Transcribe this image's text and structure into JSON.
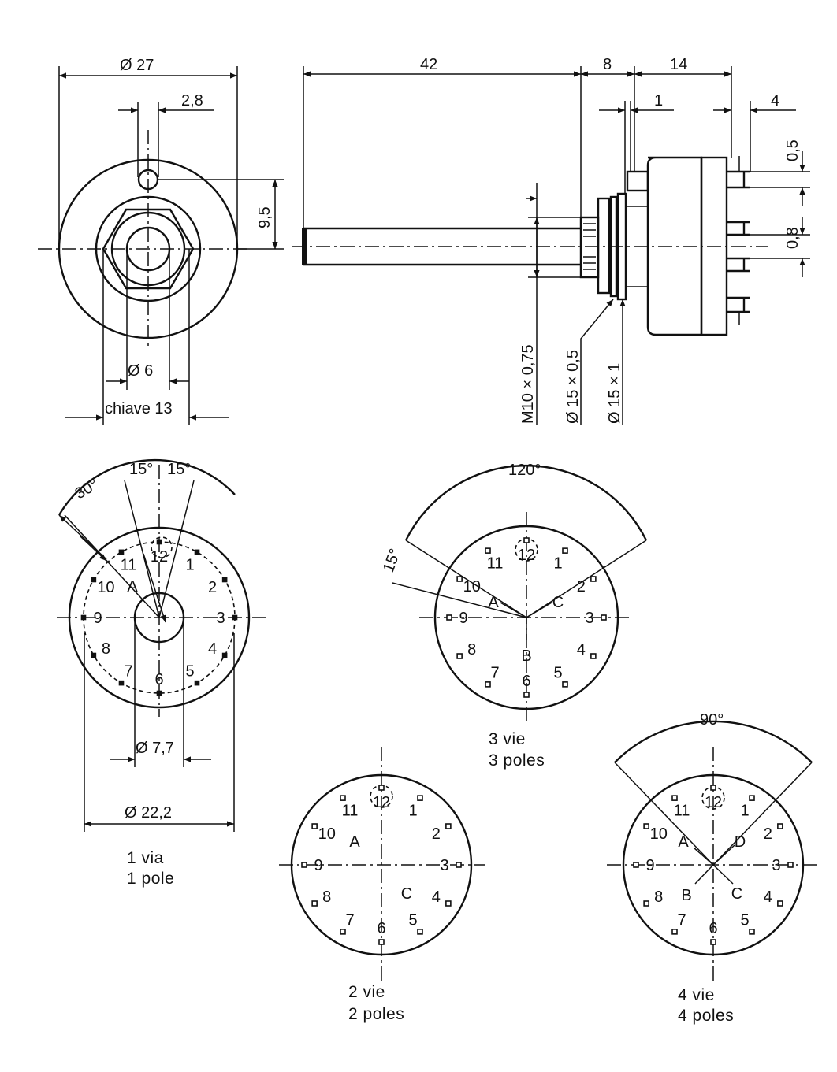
{
  "front_view": {
    "dia_outer": "Ø 27",
    "key_offset": "2,8",
    "key_height": "9,5",
    "dia_shaft": "Ø 6",
    "wrench": "chiave 13"
  },
  "side_view": {
    "shaft_len": "42",
    "bushing_len": "8",
    "body_len": "14",
    "washer_t": "1",
    "pin_len": "4",
    "pin_w": "0,5",
    "pin_t": "0,8",
    "thread": "M10 × 0,75",
    "washer1": "Ø 15 × 0,5",
    "washer2": "Ø 15 × 1"
  },
  "layout_1": {
    "angle_30": "30°",
    "angle_15a": "15°",
    "angle_15b": "15°",
    "dia_hole": "Ø 7,7",
    "dia_pins": "Ø 22,2",
    "line1": "1 via",
    "line2": "1 pole",
    "pins": [
      "1",
      "2",
      "3",
      "4",
      "5",
      "6",
      "7",
      "8",
      "9",
      "10",
      "11",
      "12"
    ],
    "rotors": [
      "A"
    ]
  },
  "layout_3": {
    "angle_120": "120°",
    "angle_15": "15°",
    "line1": "3 vie",
    "line2": "3 poles",
    "pins": [
      "1",
      "2",
      "3",
      "4",
      "5",
      "6",
      "7",
      "8",
      "9",
      "10",
      "11",
      "12"
    ],
    "rotors": [
      "A",
      "B",
      "C"
    ]
  },
  "layout_2": {
    "line1": "2 vie",
    "line2": "2 poles",
    "pins": [
      "1",
      "2",
      "3",
      "4",
      "5",
      "6",
      "7",
      "8",
      "9",
      "10",
      "11",
      "12"
    ],
    "rotors": [
      "A",
      "C"
    ]
  },
  "layout_4": {
    "angle_90": "90°",
    "line1": "4 vie",
    "line2": "4 poles",
    "pins": [
      "1",
      "2",
      "3",
      "4",
      "5",
      "6",
      "7",
      "8",
      "9",
      "10",
      "11",
      "12"
    ],
    "rotors": [
      "A",
      "B",
      "C",
      "D"
    ]
  }
}
